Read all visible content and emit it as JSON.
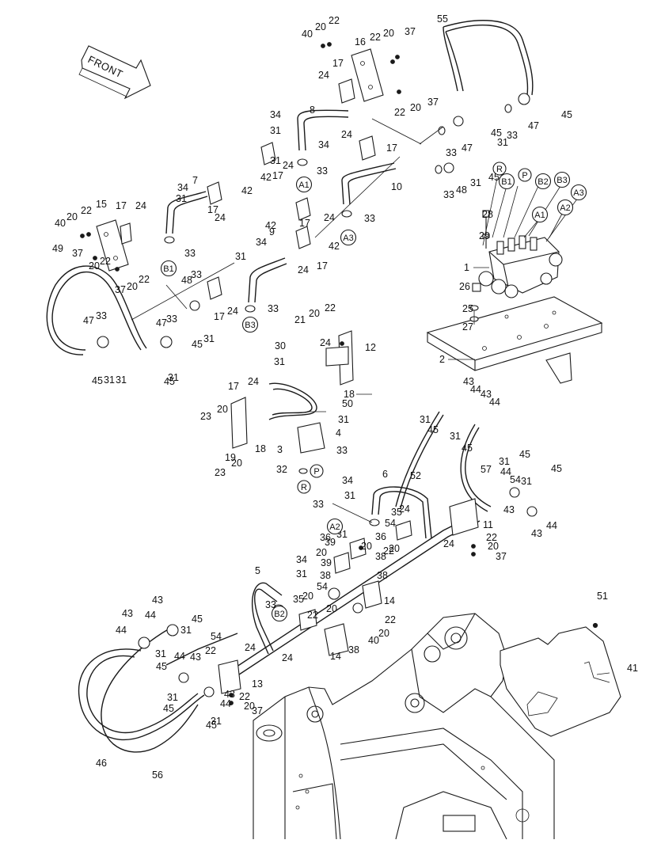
{
  "front_arrow": {
    "label": "FRONT"
  },
  "part_numbers": [
    "1",
    "2",
    "3",
    "4",
    "5",
    "6",
    "7",
    "8",
    "9",
    "10",
    "11",
    "12",
    "13",
    "14",
    "15",
    "16",
    "17",
    "18",
    "19",
    "20",
    "21",
    "22",
    "23",
    "24",
    "25",
    "26",
    "27",
    "28",
    "29",
    "30",
    "31",
    "32",
    "33",
    "34",
    "35",
    "36",
    "37",
    "38",
    "39",
    "40",
    "41",
    "42",
    "43",
    "44",
    "45",
    "46",
    "47",
    "48",
    "49",
    "50",
    "51",
    "52",
    "54",
    "55",
    "56",
    "57"
  ],
  "ports": [
    "R",
    "P",
    "A1",
    "A2",
    "A3",
    "B1",
    "B2",
    "B3"
  ]
}
